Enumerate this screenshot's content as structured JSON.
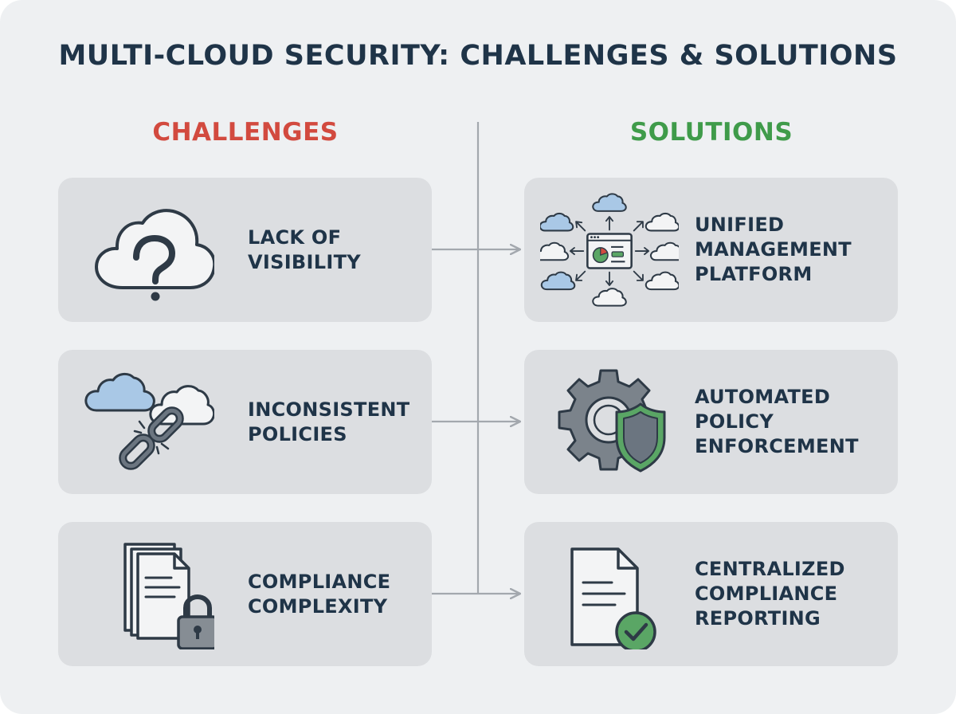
{
  "title": "MULTI-CLOUD SECURITY: CHALLENGES & SOLUTIONS",
  "colors": {
    "challenges_heading": "#d24a3f",
    "solutions_heading": "#3f9b4a",
    "connector": "#a3a8ae",
    "text": "#1f3448"
  },
  "challenges": {
    "heading": "CHALLENGES",
    "items": [
      {
        "label": "LACK OF\nVISIBILITY",
        "icon": "cloud-question-icon"
      },
      {
        "label": "INCONSISTENT\nPOLICIES",
        "icon": "broken-chain-clouds-icon"
      },
      {
        "label": "COMPLIANCE\nCOMPLEXITY",
        "icon": "documents-lock-icon"
      }
    ]
  },
  "solutions": {
    "heading": "SOLUTIONS",
    "items": [
      {
        "label": "UNIFIED\nMANAGEMENT\nPLATFORM",
        "icon": "dashboard-clouds-icon"
      },
      {
        "label": "AUTOMATED\nPOLICY\nENFORCEMENT",
        "icon": "gear-shield-icon"
      },
      {
        "label": "CENTRALIZED\nCOMPLIANCE\nREPORTING",
        "icon": "document-check-icon"
      }
    ]
  }
}
